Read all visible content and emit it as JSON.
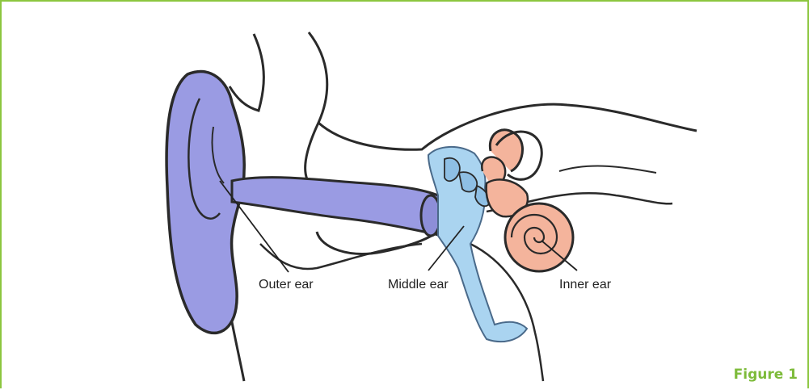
{
  "labels": {
    "outer_ear": "Outer ear",
    "middle_ear": "Middle ear",
    "inner_ear": "Inner ear"
  },
  "figure_label": "Figure 1",
  "colors": {
    "frame": "#8cc63f",
    "figure_label": "#7dbb3a",
    "outer_ear_fill": "#9a9be3",
    "middle_ear_fill": "#aad4f0",
    "inner_ear_fill": "#f4b49c",
    "outline": "#2a2a2a"
  }
}
